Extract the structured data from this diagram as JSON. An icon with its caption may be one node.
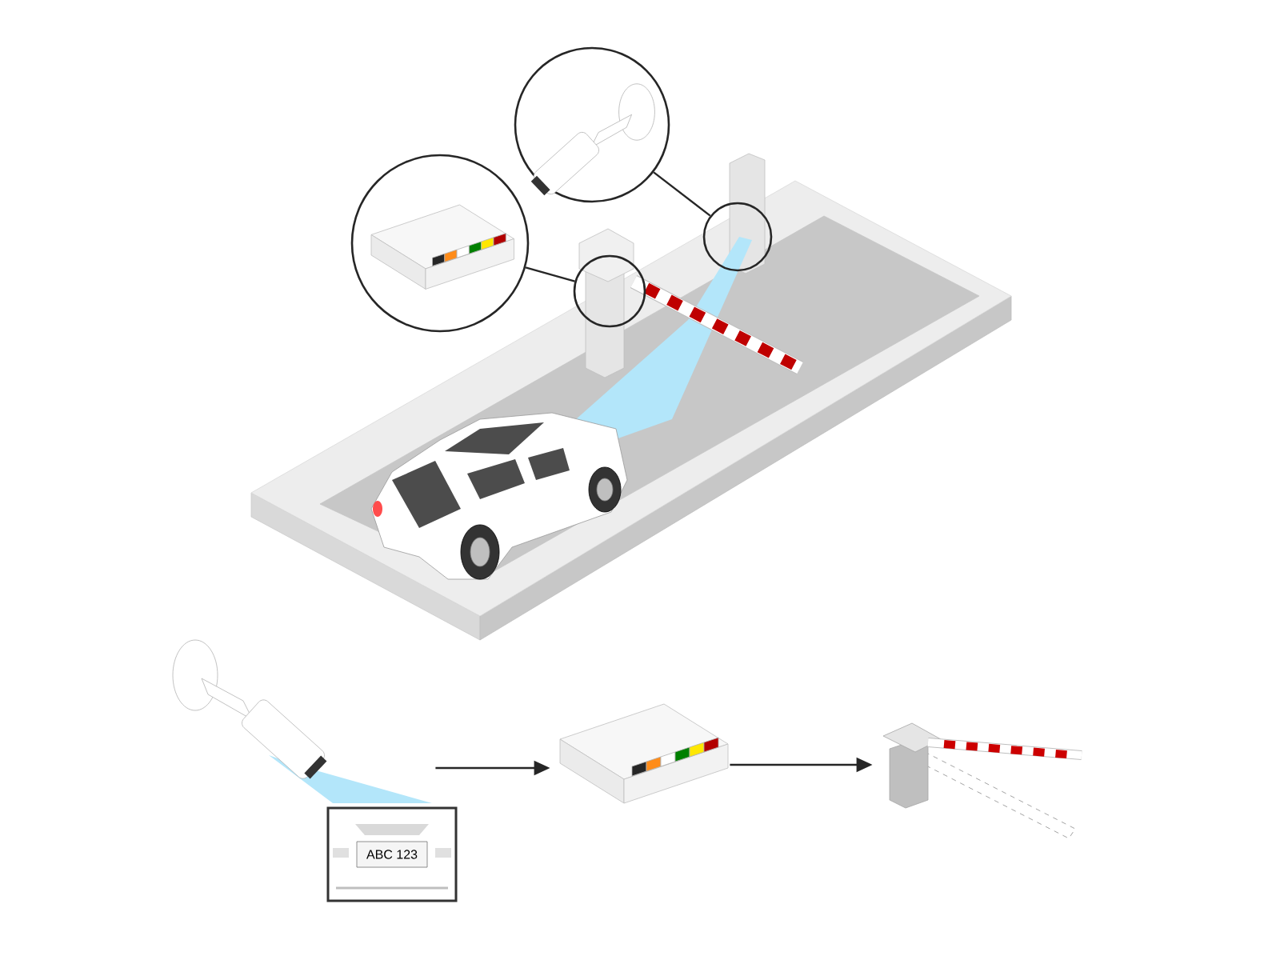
{
  "diagram": {
    "nodes": [
      {
        "text": [],
        "shape": "circle"
      },
      {
        "text": [],
        "shape": "circle"
      },
      {
        "text": [],
        "shape": "circle"
      },
      {
        "text": [],
        "shape": "circle"
      },
      {
        "text": [],
        "shape": "picture"
      },
      {
        "text": [
          "ABC 123"
        ]
      },
      {
        "text": [],
        "shape": "picture"
      },
      {
        "text": [],
        "shape": "picture"
      }
    ],
    "edges": [
      {
        "from": 0,
        "to": 2,
        "arrow": "none"
      },
      {
        "from": 1,
        "to": 3,
        "arrow": "none"
      },
      {
        "from": 4,
        "to": 6,
        "arrow": "to"
      },
      {
        "from": 6,
        "to": 7,
        "arrow": "to"
      }
    ]
  }
}
